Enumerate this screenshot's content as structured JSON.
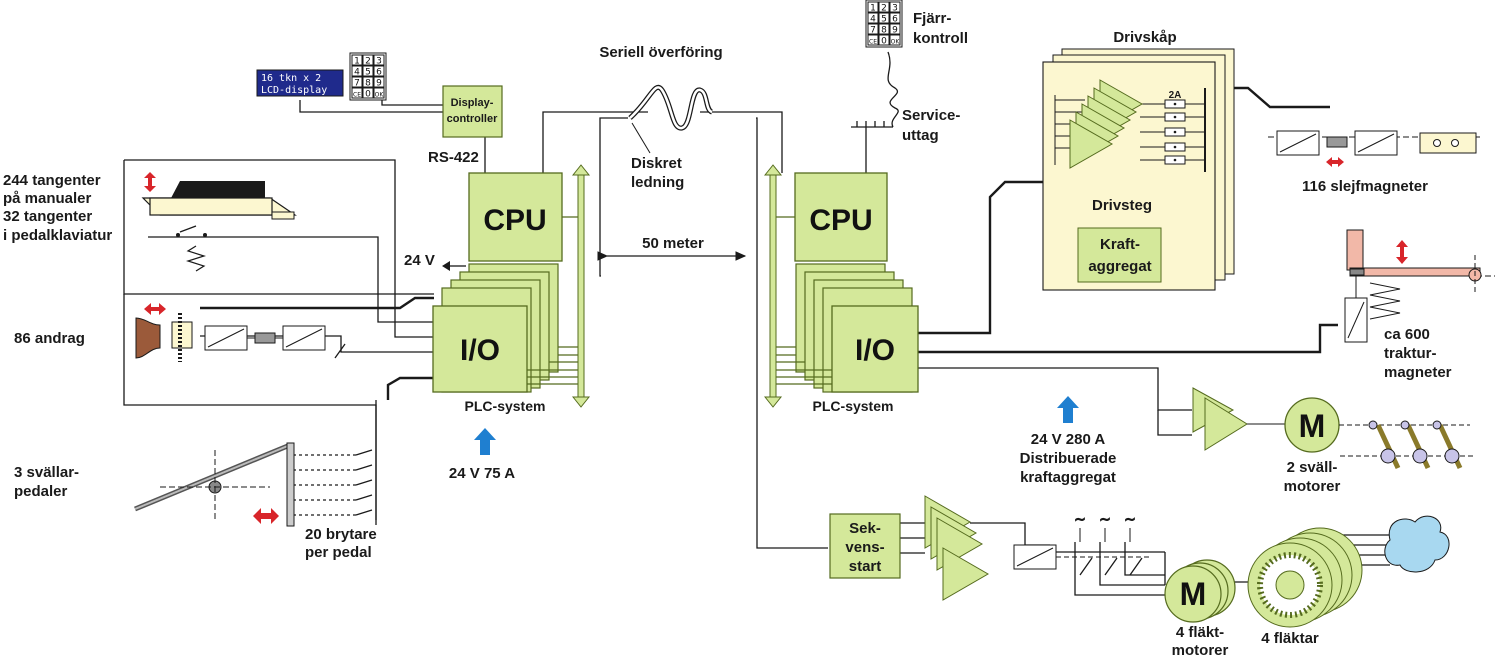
{
  "colors": {
    "module_fill": "#d4e89a",
    "module_stroke": "#556b1e",
    "cabinet_fill": "#fcf7d0",
    "power_arrow": "#1f7fd0",
    "motion_arrow": "#d8252a",
    "lcd_fill": "#1f2a8c",
    "line": "#1a1a1a"
  },
  "left": {
    "keys_label": [
      "244 tangenter",
      "på manualer",
      "32 tangenter",
      "i pedalklaviatur"
    ],
    "stops_label": "86 andrag",
    "swell_label": [
      "3 svällar-",
      "pedaler"
    ],
    "switches_label": [
      "20 brytare",
      "per pedal"
    ],
    "voltage_24": "24 V",
    "lcd_text": [
      "16 tkn x 2",
      "LCD-display"
    ],
    "display_controller": [
      "Display-",
      "controller"
    ],
    "rs422": "RS-422",
    "cpu": "CPU",
    "io": "I/O",
    "plc": "PLC-system",
    "power": "24 V  75 A"
  },
  "keypad_keys": [
    "1",
    "2",
    "3",
    "4",
    "5",
    "6",
    "7",
    "8",
    "9",
    "CE",
    "0",
    "OK"
  ],
  "middle": {
    "serial": "Seriell överföring",
    "discrete": [
      "Diskret",
      "ledning"
    ],
    "distance": "50 meter"
  },
  "right": {
    "remote": [
      "Fjärr-",
      "kontroll"
    ],
    "service": [
      "Service-",
      "uttag"
    ],
    "cpu": "CPU",
    "io": "I/O",
    "plc": "PLC-system",
    "power": [
      "24 V  280 A",
      "Distribuerade",
      "kraftaggregat"
    ],
    "cabinet": "Drivskåp",
    "fuse": "2A",
    "drive_stage": "Drivsteg",
    "power_unit": [
      "Kraft-",
      "aggregat"
    ],
    "slider_magnets": "116 slejfmagneter",
    "tracker_magnets": [
      "ca 600",
      "traktur-",
      "magneter"
    ],
    "motor_letter": "M",
    "swell_motors": [
      "2 sväll-",
      "motorer"
    ],
    "sequence_start": [
      "Sek-",
      "vens-",
      "start"
    ],
    "fan_motors": [
      "4 fläkt-",
      "motorer"
    ],
    "fans": "4 fläktar"
  }
}
